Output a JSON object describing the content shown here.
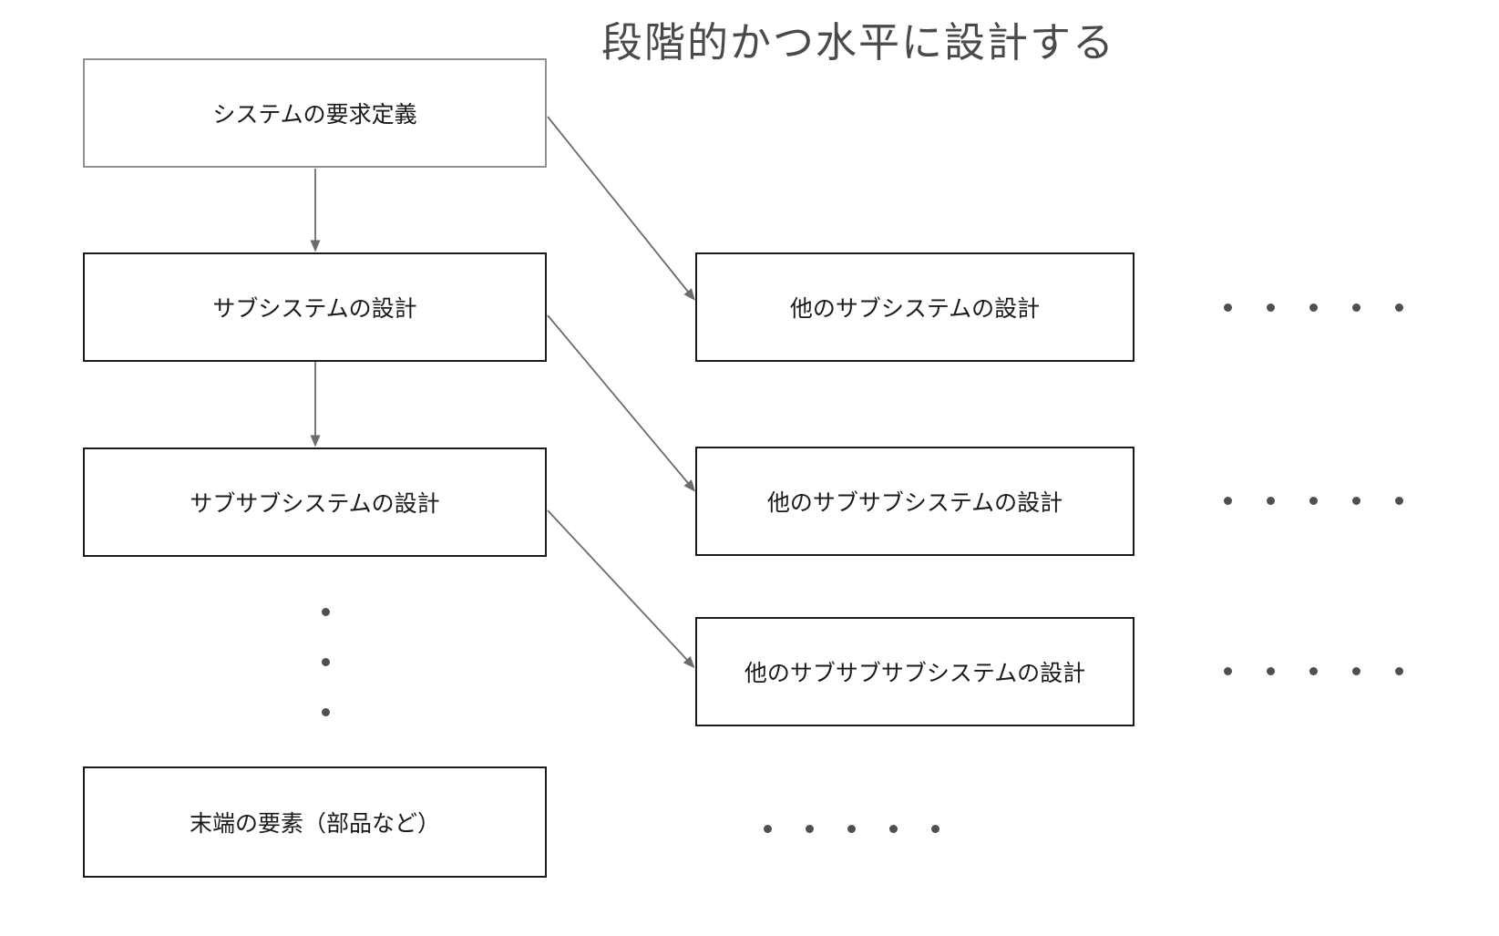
{
  "title": "段階的かつ水平に設計する",
  "main_flow": {
    "boxes": [
      {
        "id": "system-requirements",
        "label": "システムの要求定義"
      },
      {
        "id": "subsystem-design",
        "label": "サブシステムの設計"
      },
      {
        "id": "subsubsystem-design",
        "label": "サブサブシステムの設計"
      },
      {
        "id": "terminal-elements",
        "label": "末端の要素（部品など）"
      }
    ]
  },
  "parallel_flow": {
    "boxes": [
      {
        "id": "other-subsystem-design",
        "label": "他のサブシステムの設計"
      },
      {
        "id": "other-subsubsystem-design",
        "label": "他のサブサブシステムの設計"
      },
      {
        "id": "other-subsubsubsystem-design",
        "label": "他のサブサブサブシステムの設計"
      }
    ]
  },
  "ellipsis": {
    "horizontal_count": 5,
    "vertical_count": 3
  },
  "colors": {
    "background": "#ffffff",
    "title_text": "#4a4a4a",
    "box_text": "#1a1a1a",
    "box_border": "#1a1a1a",
    "top_box_border": "#919191",
    "arrow": "#6b6b6b",
    "dot": "#4f4f4f"
  }
}
